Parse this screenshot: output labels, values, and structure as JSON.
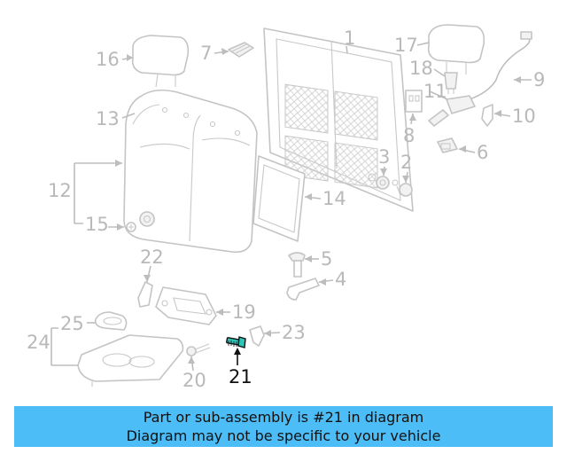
{
  "callouts": {
    "c1": "1",
    "c2": "2",
    "c3": "3",
    "c4": "4",
    "c5": "5",
    "c6": "6",
    "c7": "7",
    "c8": "8",
    "c9": "9",
    "c10": "10",
    "c11": "11",
    "c12": "12",
    "c13": "13",
    "c14": "14",
    "c15": "15",
    "c16": "16",
    "c17": "17",
    "c18": "18",
    "c19": "19",
    "c20": "20",
    "c21": "21",
    "c22": "22",
    "c23": "23",
    "c24": "24",
    "c25": "25"
  },
  "highlight_color": "#2ec4b6",
  "banner": {
    "line1": "Part or sub-assembly is #21 in diagram",
    "line2": "Diagram may not be specific to your vehicle",
    "bg_color": "#4dbdf7"
  }
}
